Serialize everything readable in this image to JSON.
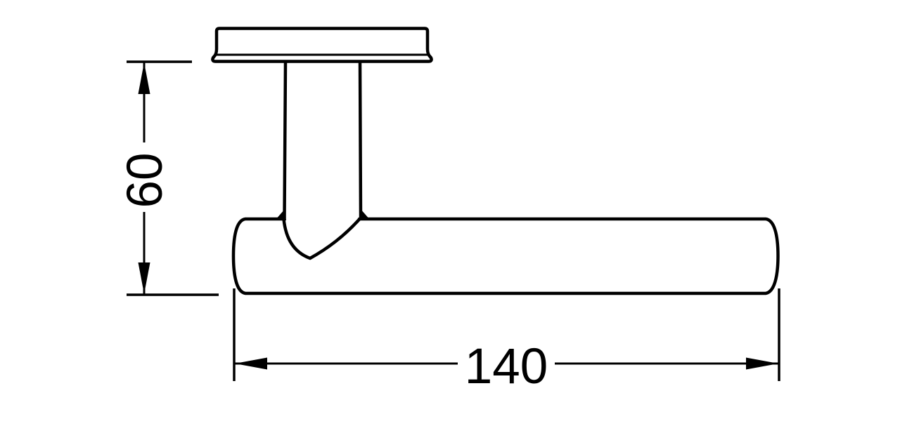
{
  "drawing": {
    "description": "Technical side-view line drawing of a lever door handle on a rose plate with two linear dimensions",
    "line_color": "#000000",
    "background_color": "#ffffff",
    "dimensions": {
      "height": "60",
      "length": "140"
    }
  }
}
